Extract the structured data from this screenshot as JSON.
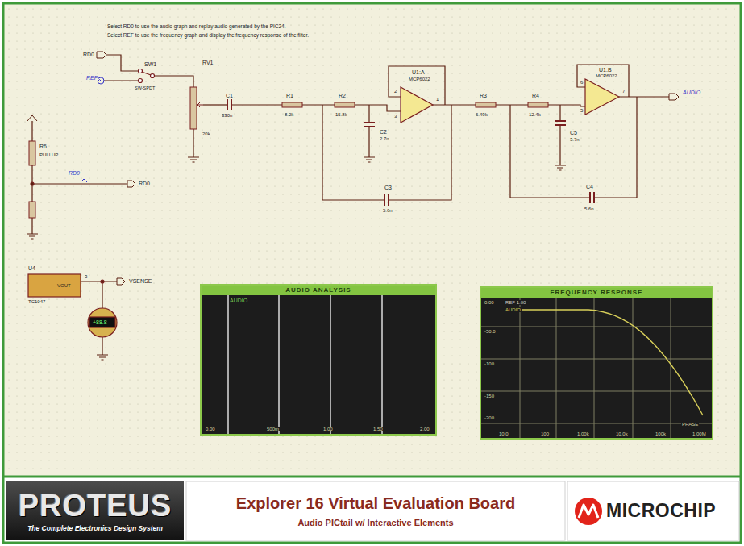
{
  "diagram": {
    "nodes": [
      {
        "text": [
          "AUDIO ANALYSIS"
        ]
      },
      {
        "text": [
          "FREQUENCY RESPONSE"
        ]
      },
      {
        "text": [
          "PROTEUS",
          "The Complete Electronics Design System"
        ]
      },
      {
        "text": [
          "Explorer 16 Virtual Evaluation Board",
          "Audio PICtail w/ Interactive Elements"
        ]
      },
      {
        "text": [
          "MICROCHIP"
        ]
      }
    ],
    "labels": [
      "Select RD0 to use the audio graph and replay audio generated by the PIC24.",
      "Select REF to use the frequency graph and display the frequency response of the filter.",
      "RD0",
      "SW1",
      "REF",
      "SW-SPDT",
      "RV1",
      "20k",
      "C1",
      "330n",
      "R1",
      "8.2k",
      "R2",
      "15.8k",
      "C2",
      "2.7n",
      "U1:A",
      "MCP6022",
      "C3",
      "5.6n",
      "R3",
      "6.49k",
      "R4",
      "12.4k",
      "C5",
      "3.7n",
      "U1:B",
      "MCP6022",
      "AUDIO",
      "C4",
      "5.6n",
      "R6",
      "PULLUP",
      "RD0",
      "RD0",
      "U4",
      "VOUT",
      "TC1047",
      "VSENSE",
      "+88.8",
      "2",
      "3",
      "1",
      "6",
      "5",
      "7",
      "3",
      "AUDIO",
      "0.00",
      "500m",
      "1.00",
      "1.50",
      "2.00",
      "REF 1.00",
      "AUDIO",
      "0.00",
      "-50.0",
      "-100",
      "-150",
      "-200",
      "10.0",
      "100",
      "1.00k",
      "10.0k",
      "100k",
      "1.00M",
      "PHASE"
    ]
  }
}
